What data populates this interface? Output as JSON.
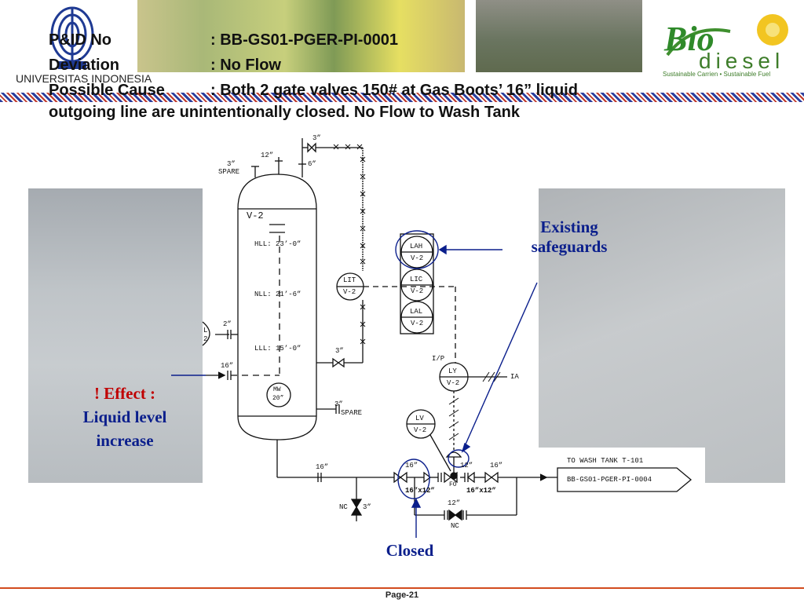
{
  "header": {
    "pid_label": "P&ID No",
    "pid_value": ": BB-GS01-PGER-PI-0001",
    "deviation_label": "Deviation",
    "deviation_value": ": No Flow",
    "cause_label": "Possible Cause",
    "cause_value": ": Both 2 gate valves 150# at Gas Boots’ 16” liquid",
    "cause_line2": "outgoing line are unintentionally closed. No Flow to Wash Tank",
    "university": "UNIVERSITAS INDONESIA"
  },
  "logo": {
    "brand_word1": "Bio",
    "brand_word2": "diesel",
    "tagline": "Sustainable Carrien • Sustainable Fuel"
  },
  "annotations": {
    "existing_line1": "Existing",
    "existing_line2": "safeguards",
    "effect_line1": "! Effect :",
    "effect_line2": "Liquid level",
    "effect_line3": "increase",
    "closed": "Closed"
  },
  "diagram": {
    "vessel_tag": "V-2",
    "hll": "HLL: 23’-0”",
    "nll": "NLL: 21’-6”",
    "lll": "LLL: 15’-0”",
    "manway": "MW",
    "manway_size": "20”",
    "spare_top_size": "3”",
    "spare_top": "SPARE",
    "nozzle_12": "12”",
    "nozzle_6": "6”",
    "vent_3": "3”",
    "spare_bottom_size": "3”",
    "spare_bottom": "SPARE",
    "left_2in": "2”",
    "left_16in": "16”",
    "left_inst_a": "L",
    "left_inst_b": "2",
    "lit": "LIT",
    "lit_tag": "V-2",
    "valve_3in": "3”",
    "lah": "LAH",
    "lic": "LIC",
    "lal": "LAL",
    "alarm_tag": "V-2",
    "ip": "I/P",
    "ly": "LY",
    "ly_tag": "V-2",
    "ia": "IA",
    "lv": "LV",
    "lv_tag": "V-2",
    "outlet_16": "16”",
    "gv_16a": "16”",
    "gv_16b": "16”",
    "cv_12": "12”",
    "fo": "FO",
    "reducer_a": "16”x12”",
    "reducer_b": "16”x12”",
    "bypass_12": "12”",
    "bypass_nc": "NC",
    "drain_nc": "NC",
    "drain_3": "3”",
    "to_wash_tank": "TO WASH TANK T-101",
    "offpage_ref": "BB-GS01-PGER-PI-0004"
  },
  "footer": {
    "page": "Page-21"
  },
  "colors": {
    "annotation_blue": "#0b1f8c",
    "effect_red": "#c00000",
    "band_blue": "#2c3f9e",
    "footer_orange": "#d24b1e"
  }
}
